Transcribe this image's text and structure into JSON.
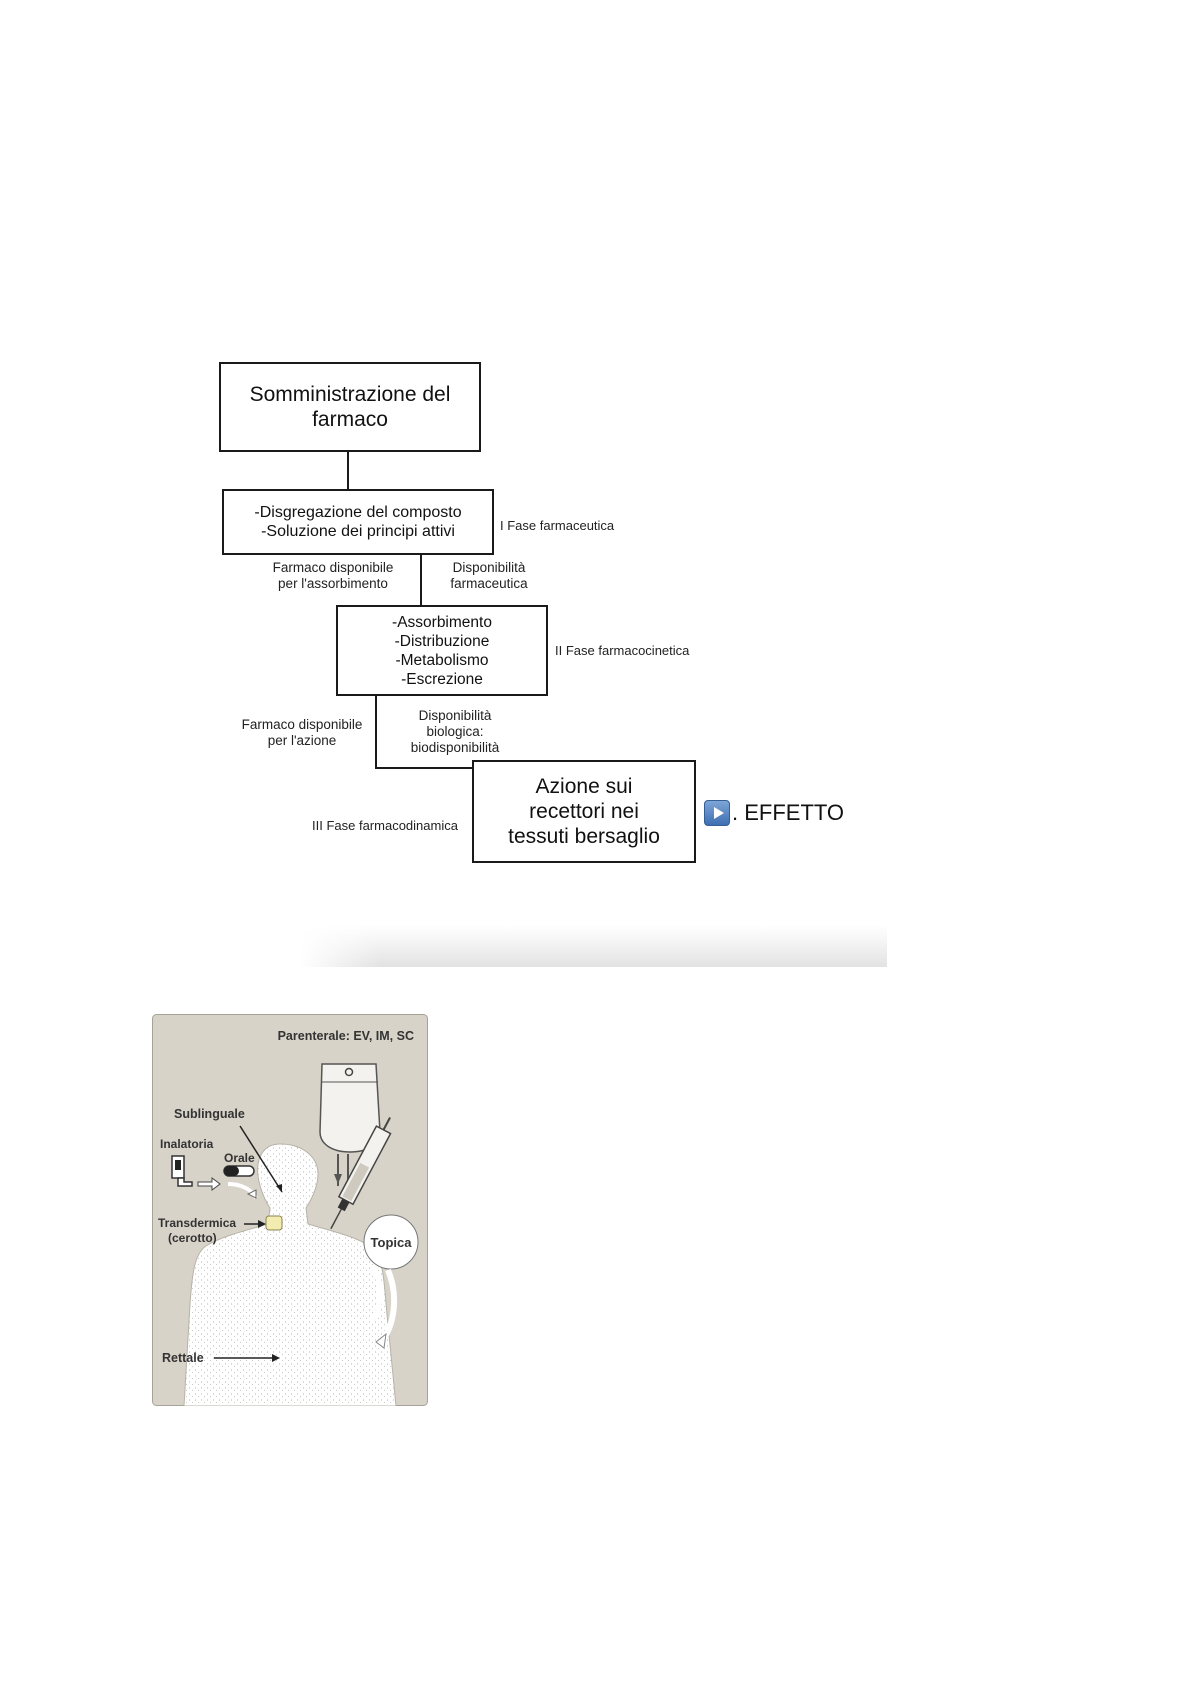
{
  "flow": {
    "box1": {
      "line1": "Somministrazione del",
      "line2": "farmaco"
    },
    "box2": {
      "line1": "-Disgregazione del composto",
      "line2": "-Soluzione dei principi attivi"
    },
    "phase1": "I Fase farmaceutica",
    "label_left1": {
      "line1": "Farmaco disponibile",
      "line2": "per l'assorbimento"
    },
    "label_right1": {
      "line1": "Disponibilità",
      "line2": "farmaceutica"
    },
    "box3": {
      "line1": "-Assorbimento",
      "line2": "-Distribuzione",
      "line3": "-Metabolismo",
      "line4": "-Escrezione"
    },
    "phase2": "II Fase farmacocinetica",
    "label_left2": {
      "line1": "Farmaco disponibile",
      "line2": "per l'azione"
    },
    "label_right2": {
      "line1": "Disponibilità",
      "line2": "biologica:",
      "line3": "biodisponibilità"
    },
    "box4": {
      "line1": "Azione sui",
      "line2": "recettori nei",
      "line3": "tessuti bersaglio"
    },
    "phase3": "III Fase farmacodinamica",
    "effect": ". EFFETTO",
    "effect_icon": "play-button-icon"
  },
  "illustration": {
    "title": "Parenterale: EV, IM, SC",
    "sublinguale": "Sublinguale",
    "inalatoria": "Inalatoria",
    "orale": "Orale",
    "transdermica": "Transdermica",
    "cerotto": "(cerotto)",
    "topica": "Topica",
    "rettale": "Rettale",
    "background_color": "#d8d3c9"
  }
}
